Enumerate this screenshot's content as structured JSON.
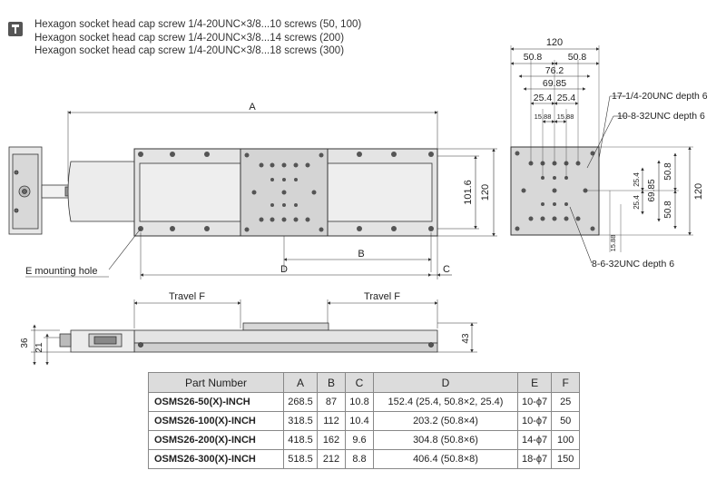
{
  "notes": {
    "icon": "screw-note-icon",
    "lines": [
      "Hexagon socket head cap screw 1/4-20UNC×3/8...10 screws (50, 100)",
      "Hexagon socket head cap screw 1/4-20UNC×3/8...14 screws (200)",
      "Hexagon socket head cap screw 1/4-20UNC×3/8...18 screws (300)"
    ]
  },
  "top_view": {
    "dim_a": "A",
    "dim_b": "B",
    "dim_c": "C",
    "dim_d": "D",
    "dim_height_inner": "101.6",
    "dim_height_outer": "120",
    "mounting_hole_label": "E mounting hole"
  },
  "side_view": {
    "travel_left": "Travel F",
    "travel_right": "Travel F",
    "dim_36": "36",
    "dim_21": "21",
    "dim_43": "43"
  },
  "end_view": {
    "dim_120_top": "120",
    "dim_50_8_left": "50.8",
    "dim_50_8_right": "50.8",
    "dim_76_2": "76.2",
    "dim_69_85_top": "69.85",
    "dim_25_4_a": "25.4",
    "dim_25_4_b": "25.4",
    "dim_15_88_a": "15.88",
    "dim_15_88_b": "15.88",
    "thread_17": "17-1/4-20UNC depth 6",
    "thread_10": "10-8-32UNC depth 6",
    "thread_8": "8-6-32UNC depth 6",
    "dim_r_50_8_a": "50.8",
    "dim_r_50_8_b": "50.8",
    "dim_r_69_85": "69.85",
    "dim_r_25_4_a": "25.4",
    "dim_r_25_4_b": "25.4",
    "dim_r_120": "120",
    "dim_r_15_88": "15.88"
  },
  "table": {
    "headers": [
      "Part Number",
      "A",
      "B",
      "C",
      "D",
      "E",
      "F"
    ],
    "rows": [
      [
        "OSMS26-50(X)-INCH",
        "268.5",
        "87",
        "10.8",
        "152.4 (25.4, 50.8×2, 25.4)",
        "10-ϕ7",
        "25"
      ],
      [
        "OSMS26-100(X)-INCH",
        "318.5",
        "112",
        "10.4",
        "203.2 (50.8×4)",
        "10-ϕ7",
        "50"
      ],
      [
        "OSMS26-200(X)-INCH",
        "418.5",
        "162",
        "9.6",
        "304.8 (50.8×6)",
        "14-ϕ7",
        "100"
      ],
      [
        "OSMS26-300(X)-INCH",
        "518.5",
        "212",
        "8.8",
        "406.4 (50.8×8)",
        "18-ϕ7",
        "150"
      ]
    ]
  }
}
